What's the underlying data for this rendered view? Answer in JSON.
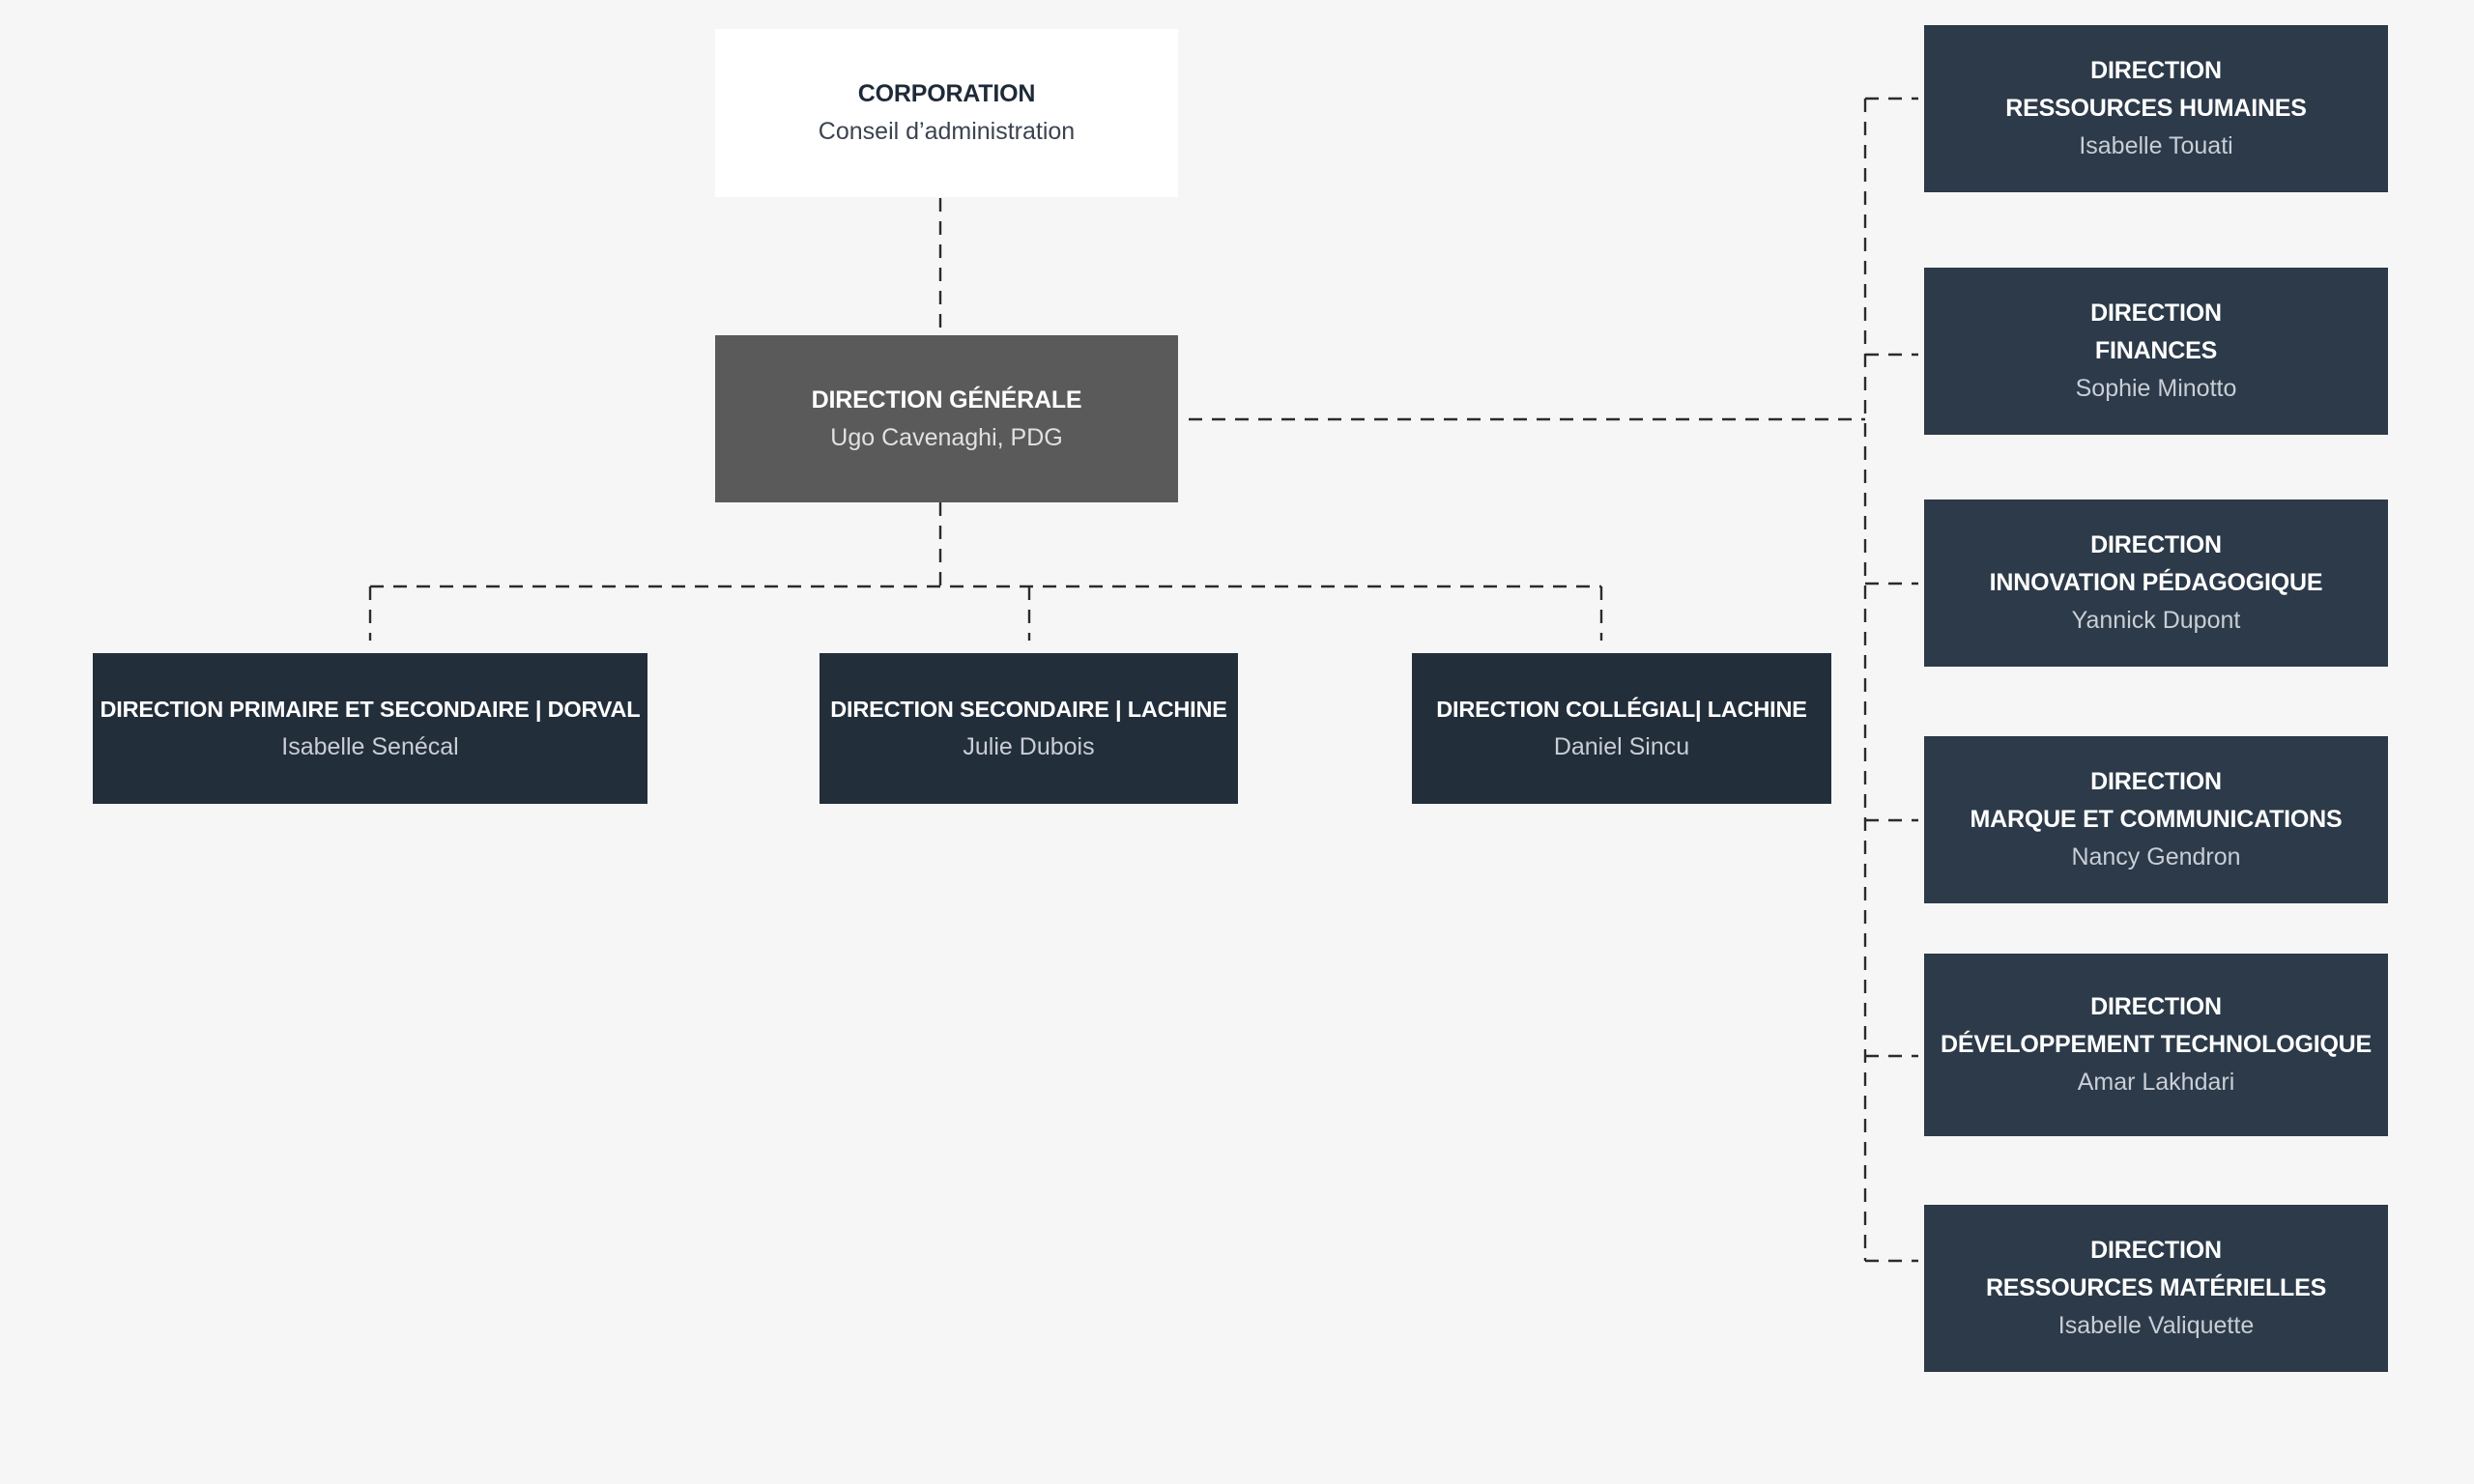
{
  "corporation": {
    "title": "CORPORATION",
    "subtitle": "Conseil d’administration"
  },
  "direction_generale": {
    "title": "DIRECTION GÉNÉRALE",
    "person": "Ugo Cavenaghi, PDG"
  },
  "schools": [
    {
      "title": "DIRECTION PRIMAIRE ET SECONDAIRE | DORVAL",
      "person": "Isabelle Senécal"
    },
    {
      "title": "DIRECTION SECONDAIRE | LACHINE",
      "person": "Julie Dubois"
    },
    {
      "title": "DIRECTION COLLÉGIAL| LACHINE",
      "person": "Daniel Sincu"
    }
  ],
  "services": [
    {
      "line1": "DIRECTION",
      "line2": "RESSOURCES HUMAINES",
      "person": "Isabelle Touati"
    },
    {
      "line1": "DIRECTION",
      "line2": "FINANCES",
      "person": "Sophie Minotto"
    },
    {
      "line1": "DIRECTION",
      "line2": "INNOVATION PÉDAGOGIQUE",
      "person": "Yannick Dupont"
    },
    {
      "line1": "DIRECTION",
      "line2": "MARQUE ET COMMUNICATIONS",
      "person": "Nancy Gendron"
    },
    {
      "line1": "DIRECTION",
      "line2": "DÉVELOPPEMENT TECHNOLOGIQUE",
      "person": "Amar Lakhdari"
    },
    {
      "line1": "DIRECTION",
      "line2": "RESSOURCES MATÉRIELLES",
      "person": "Isabelle Valiquette"
    }
  ],
  "colors": {
    "background": "#f6f6f6",
    "corporation_box": "#ffffff",
    "general_box": "#5a5a5a",
    "school_box": "#232e3b",
    "service_box": "#2c3a49",
    "connector": "#2b2b2b"
  }
}
